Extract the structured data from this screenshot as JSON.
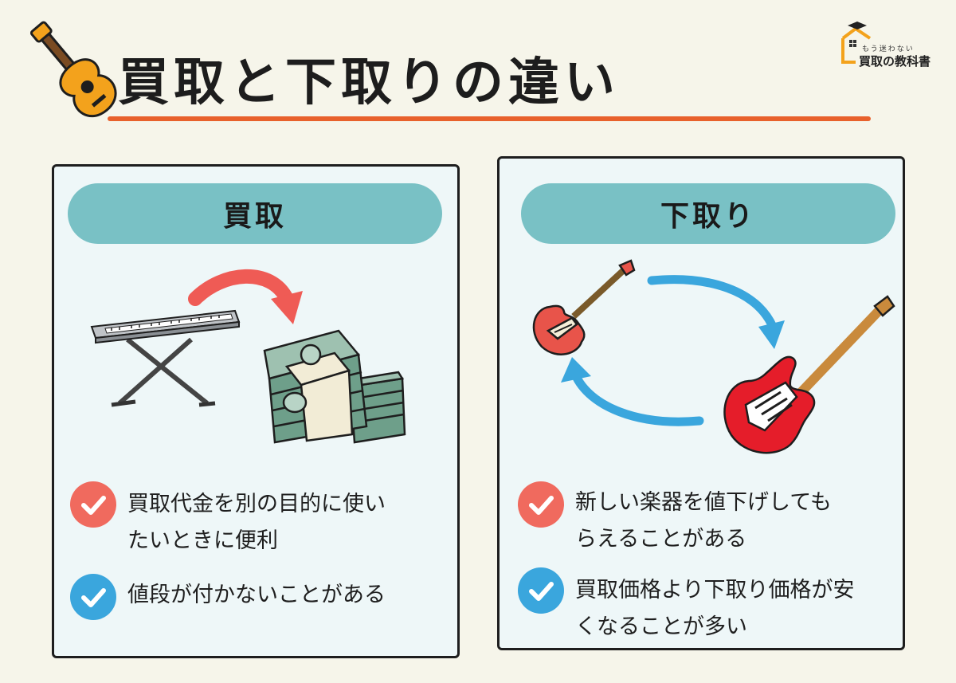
{
  "header": {
    "title": "買取と下取りの違い",
    "logo": {
      "subtitle": "もう迷わない",
      "name": "買取の教科書",
      "icon": "house-graduation-cap-icon"
    },
    "underline_color": "#e8612c"
  },
  "colors": {
    "background": "#f6f5ea",
    "panel_background": "#eef7f8",
    "pill": "#79c1c5",
    "check_red": "#f06a5e",
    "check_blue": "#3aa6dd",
    "arrow_red": "#ef5b55",
    "arrow_blue": "#3aa6dd"
  },
  "left_panel": {
    "heading": "買取",
    "illustration": [
      "keyboard-icon",
      "red-arrow-icon",
      "money-stack-icon"
    ],
    "points": [
      {
        "icon": "check-red-icon",
        "lines": [
          "買取代金を別の目的に使い",
          "たいときに便利"
        ]
      },
      {
        "icon": "check-blue-icon",
        "lines": [
          "値段が付かないことがある"
        ]
      }
    ]
  },
  "right_panel": {
    "heading": "下取り",
    "illustration": [
      "small-guitar-icon",
      "blue-cycle-arrows-icon",
      "red-electric-guitar-icon"
    ],
    "points": [
      {
        "icon": "check-red-icon",
        "lines": [
          "新しい楽器を値下げしても",
          "らえることがある"
        ]
      },
      {
        "icon": "check-blue-icon",
        "lines": [
          "買取価格より下取り価格が安",
          "くなることが多い"
        ]
      }
    ]
  }
}
